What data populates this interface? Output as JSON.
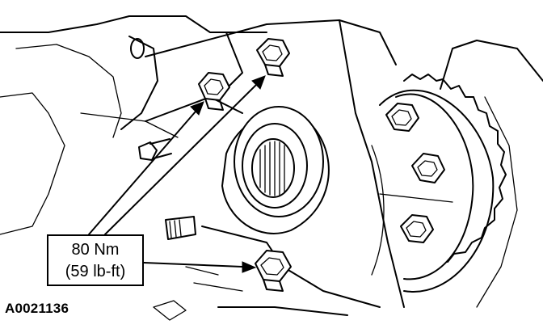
{
  "callout": {
    "line1": "80 Nm",
    "line2": "(59 lb-ft)"
  },
  "figure_id": "A0021136"
}
